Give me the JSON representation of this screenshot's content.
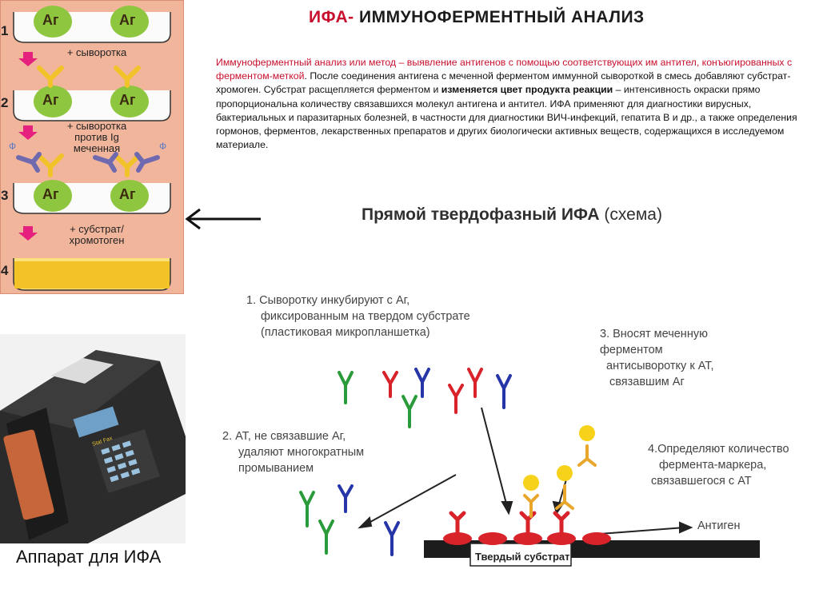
{
  "title": {
    "highlight": "ИФА-",
    "main": "ИММУНОФЕРМЕНТНЫЙ АНАЛИЗ"
  },
  "definition": {
    "red_part": "Иммуноферментный анализ или метод – выявление антигенов с помощью соответствующих им антител, конъюгированных с ферментом-меткой",
    "part2": ". После соединения антигена с меченной ферментом иммунной сывороткой в смесь добавляют субстрат-хромоген. Субстрат расщепляется ферментом и ",
    "bold_part": "изменяется цвет продукта реакции",
    "part3": " – интенсивность окраски прямо пропорциональна количеству связавшихся молекул антигена и антител. ИФА применяют для диагностики вирусных, бактериальных и паразитарных болезней, в частности для диагностики ВИЧ-инфекций, гепатита В и др., а также определения гормонов, ферментов, лекарственных препаратов и других биологически активных веществ, содержащихся в исследуемом материале."
  },
  "left_panel": {
    "steps": [
      "1",
      "2",
      "3",
      "4"
    ],
    "antigen_label": "Аг",
    "enzyme_label": "Ф",
    "step_texts": {
      "serum": "+ сыворотка",
      "anti_ig_1": "+ сыворотка",
      "anti_ig_2": "против Ig",
      "anti_ig_3": "меченная",
      "substrate_1": "+ субстрат/",
      "substrate_2": "хромотоген"
    }
  },
  "scheme": {
    "title_bold": "Прямой твердофазный ИФА",
    "title_normal": "(схема)",
    "note1": [
      "1. Сыворотку инкубируют с Аг,",
      "фиксированным на твердом субстрате",
      "(пластиковая микропланшетка)"
    ],
    "note2": [
      "2. АТ, не связавшие Аг,",
      "удаляют многократным",
      "промыванием"
    ],
    "note3": [
      "3. Вносят меченную",
      "ферментом",
      "антисыворотку к АТ,",
      "связавшим Аг"
    ],
    "note4": [
      "4.Определяют количество",
      "фермента-маркера,",
      "связавшегося с АТ"
    ],
    "antigen_label": "Антиген",
    "substrate_label": "Твердый субстрат"
  },
  "device": {
    "caption": "Аппарат для ИФА",
    "brand": "Stat Fax"
  },
  "colors": {
    "title_red": "#c8102e",
    "panel_bg": "#f1b59c",
    "well_green": "#8ec63f",
    "antibody_yellow": "#f2c22a",
    "enzyme_blue": "#7aa3d8"
  }
}
